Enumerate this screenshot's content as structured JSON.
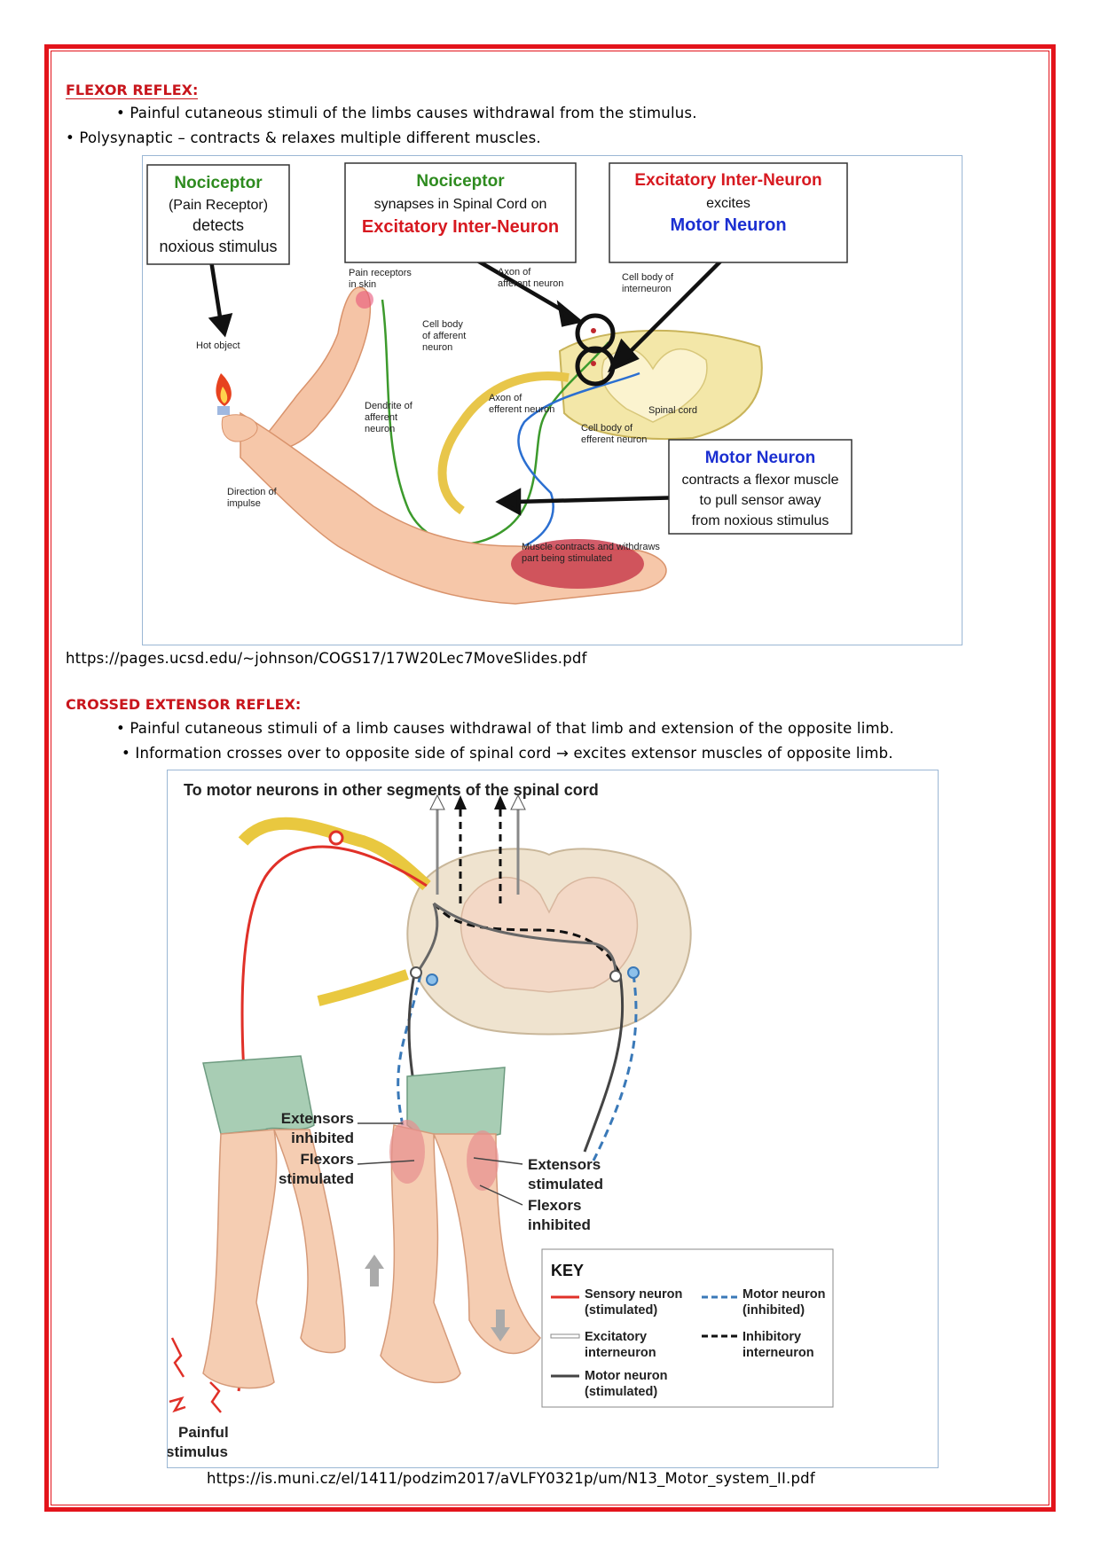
{
  "colors": {
    "border": "#e3141b",
    "heading": "#c8161d",
    "green_text": "#2e8b1f",
    "red_text": "#d71920",
    "blue_text": "#1b2fd1"
  },
  "flexor": {
    "heading": "FLEXOR REFLEX:",
    "bullet1": "• Painful cutaneous stimuli of the limbs causes withdrawal from the stimulus.",
    "bullet2": "• Polysynaptic – contracts & relaxes multiple different muscles.",
    "figure": {
      "box1": {
        "title": "Nociceptor",
        "line1": "(Pain Receptor)",
        "line2": "detects",
        "line3": "noxious stimulus"
      },
      "box2": {
        "title": "Nociceptor",
        "line1": "synapses in Spinal Cord on",
        "line2": "Excitatory Inter-Neuron"
      },
      "box3": {
        "title": "Excitatory Inter-Neuron",
        "line1": "excites",
        "line2": "Motor Neuron"
      },
      "box4": {
        "title": "Motor Neuron",
        "line1": "contracts a flexor muscle",
        "line2": "to pull sensor away",
        "line3": "from noxious stimulus"
      },
      "labels": {
        "pain_receptors_1": "Pain receptors",
        "pain_receptors_2": "in skin",
        "axon_afferent_1": "Axon of",
        "axon_afferent_2": "afferent neuron",
        "cell_body_inter_1": "Cell body of",
        "cell_body_inter_2": "interneuron",
        "cell_body_aff_1": "Cell body",
        "cell_body_aff_2": "of afferent",
        "cell_body_aff_3": "neuron",
        "hot_object": "Hot object",
        "dendrite_1": "Dendrite of",
        "dendrite_2": "afferent",
        "dendrite_3": "neuron",
        "axon_eff_1": "Axon of",
        "axon_eff_2": "efferent neuron",
        "spinal_cord": "Spinal cord",
        "cell_body_eff_1": "Cell body of",
        "cell_body_eff_2": "efferent neuron",
        "direction_1": "Direction of",
        "direction_2": "impulse",
        "muscle_1": "Muscle contracts and withdraws",
        "muscle_2": "part being stimulated"
      }
    },
    "source_url": "https://pages.ucsd.edu/~johnson/COGS17/17W20Lec7MoveSlides.pdf"
  },
  "crossed": {
    "heading": "CROSSED EXTENSOR REFLEX:",
    "bullet1": "• Painful cutaneous stimuli of a limb causes withdrawal of that limb and extension of the opposite limb.",
    "bullet2": "• Information crosses over to opposite side of spinal cord → excites extensor muscles of opposite limb.",
    "figure": {
      "title": "To motor neurons in other segments of the spinal cord",
      "ext_inh_1": "Extensors",
      "ext_inh_2": "inhibited",
      "flex_stim_1": "Flexors",
      "flex_stim_2": "stimulated",
      "ext_stim_1": "Extensors",
      "ext_stim_2": "stimulated",
      "flex_inh_1": "Flexors",
      "flex_inh_2": "inhibited",
      "painful_1": "Painful",
      "painful_2": "stimulus",
      "key": {
        "title": "KEY",
        "sensory_1": "Sensory neuron",
        "sensory_2": "(stimulated)",
        "excit_1": "Excitatory",
        "excit_2": "interneuron",
        "motor_stim_1": "Motor neuron",
        "motor_stim_2": "(stimulated)",
        "motor_inh_1": "Motor neuron",
        "motor_inh_2": "(inhibited)",
        "inhib_1": "Inhibitory",
        "inhib_2": "interneuron"
      }
    },
    "source_url": "https://is.muni.cz/el/1411/podzim2017/aVLFY0321p/um/N13_Motor_system_II.pdf"
  }
}
